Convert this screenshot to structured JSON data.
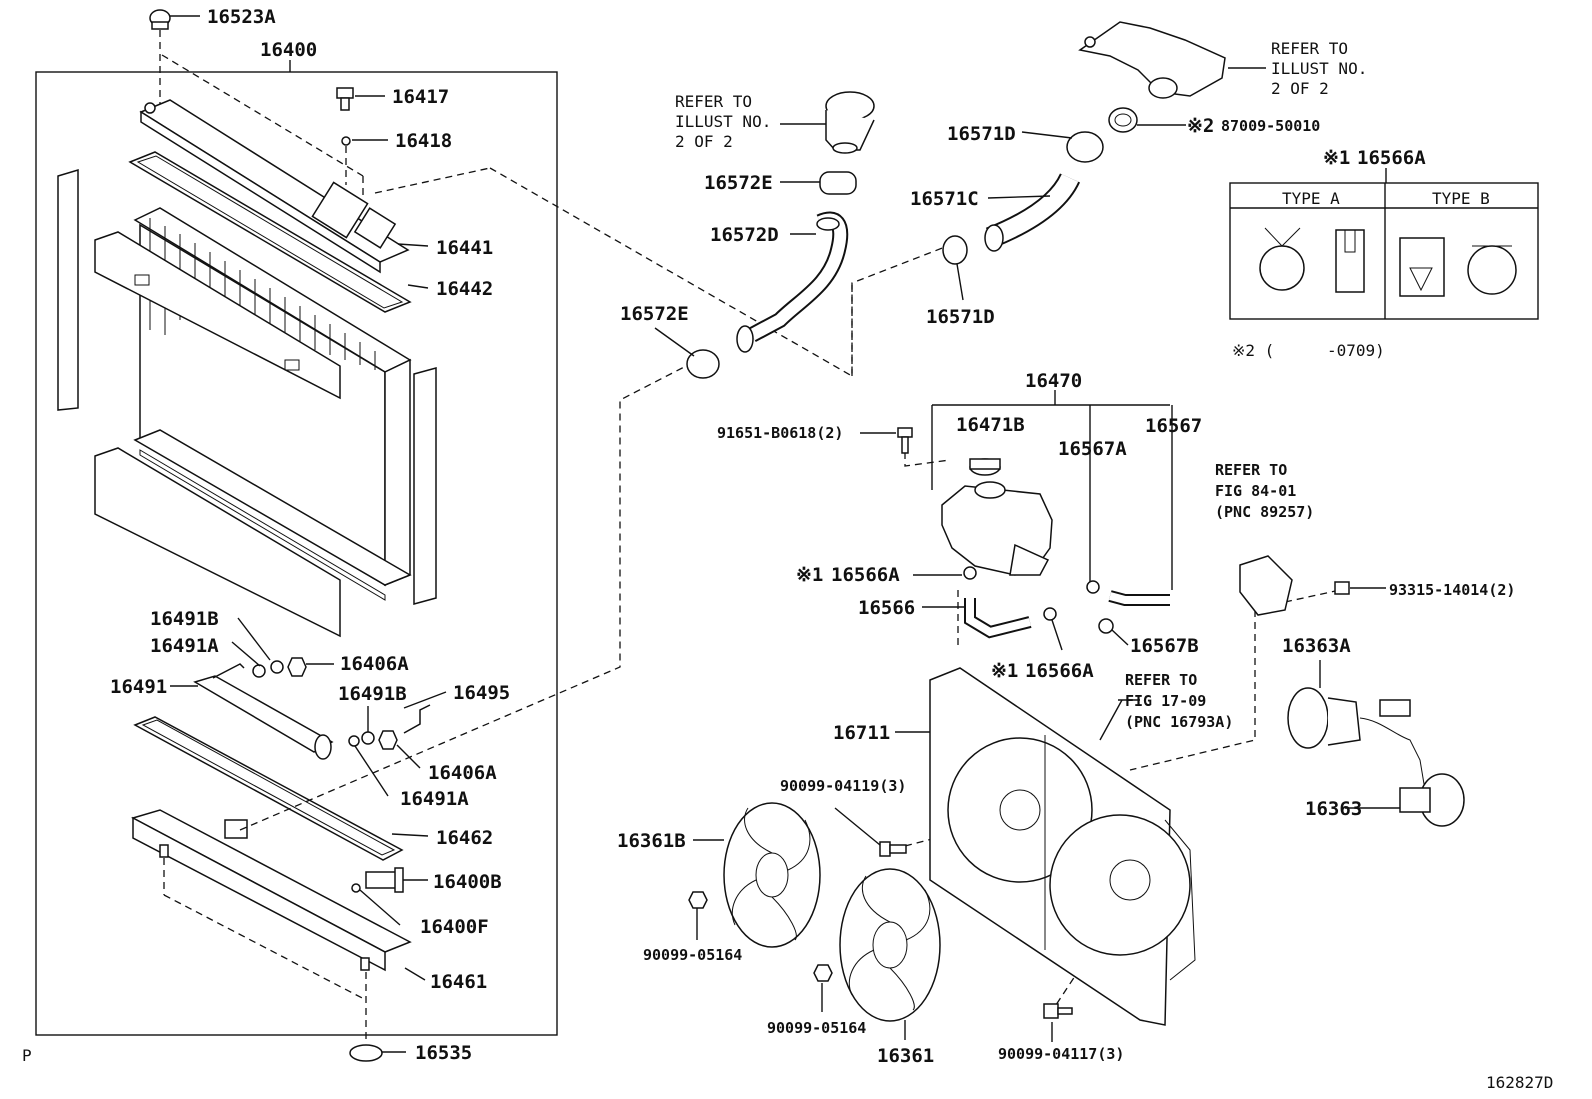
{
  "labels": {
    "p16523A": "16523A",
    "p16400": "16400",
    "p16417": "16417",
    "p16418": "16418",
    "p16441": "16441",
    "p16442": "16442",
    "p16491B_a": "16491B",
    "p16491A_a": "16491A",
    "p16406A_a": "16406A",
    "p16491": "16491",
    "p16491B_b": "16491B",
    "p16495": "16495",
    "p16406A_b": "16406A",
    "p16491A_b": "16491A",
    "p16462": "16462",
    "p16400B": "16400B",
    "p16400F": "16400F",
    "p16461": "16461",
    "p16535": "16535",
    "p16572E_a": "16572E",
    "p16572D": "16572D",
    "p16572E_b": "16572E",
    "p16571D_a": "16571D",
    "p16571C": "16571C",
    "p16571D_b": "16571D",
    "p87009": "87009-50010",
    "p16566A_table": "16566A",
    "p16470": "16470",
    "p91651": "91651-B0618(2)",
    "p16471B": "16471B",
    "p16567A": "16567A",
    "p16567": "16567",
    "p16566A_a": "16566A",
    "p16566": "16566",
    "p16566A_b": "16566A",
    "p16567B": "16567B",
    "p93315": "93315-14014(2)",
    "p16363A": "16363A",
    "p16363": "16363",
    "p16711": "16711",
    "p90099_04119": "90099-04119(3)",
    "p16361B": "16361B",
    "p90099_05164_a": "90099-05164",
    "p90099_05164_b": "90099-05164",
    "p16361": "16361",
    "p90099_04117": "90099-04117(3)"
  },
  "marks": {
    "note1": "※1",
    "note2": "※2"
  },
  "type_table": {
    "type_a": "TYPE A",
    "type_b": "TYPE B",
    "footnote_mark": "※2 (",
    "footnote_date": "-0709)"
  },
  "refer_notes": {
    "illust_top_right": [
      "REFER TO",
      "ILLUST NO.",
      "2 OF 2"
    ],
    "illust_center": [
      "REFER TO",
      "ILLUST NO.",
      "2 OF 2"
    ],
    "fig_84_01": [
      "REFER TO",
      "FIG 84-01",
      "(PNC 89257)"
    ],
    "fig_17_09": [
      "REFER TO",
      "FIG 17-09",
      "(PNC 16793A)"
    ]
  },
  "corner": {
    "bottom_left": "P",
    "bottom_right": "162827D"
  }
}
